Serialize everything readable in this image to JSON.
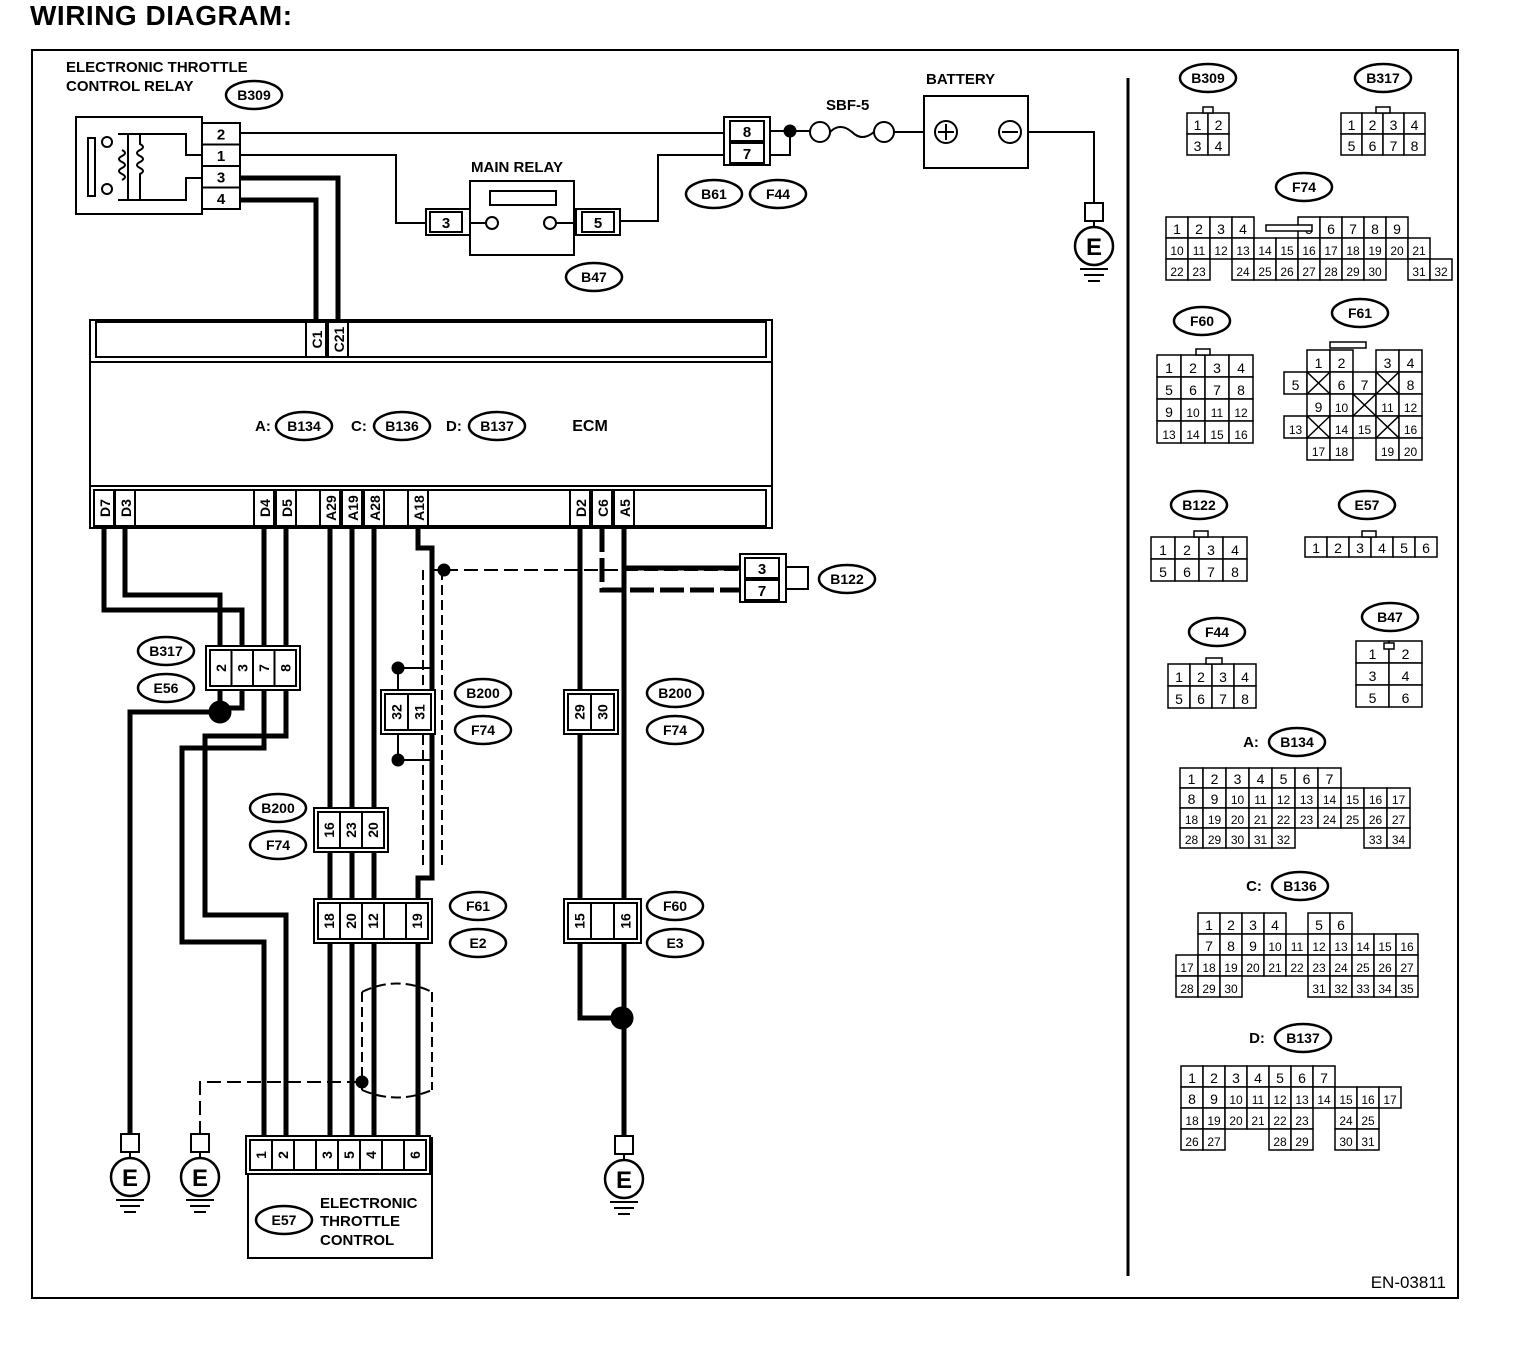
{
  "title": "WIRING DIAGRAM:",
  "diagram_id": "EN-03811",
  "labels": {
    "relay_name_1": "ELECTRONIC THROTTLE",
    "relay_name_2": "CONTROL RELAY",
    "main_relay": "MAIN RELAY",
    "battery": "BATTERY",
    "fuse": "SBF-5",
    "ecm": "ECM",
    "etc_1": "ELECTRONIC",
    "etc_2": "THROTTLE",
    "etc_3": "CONTROL",
    "ground": "E",
    "prefix_a": "A:",
    "prefix_c": "C:",
    "prefix_d": "D:"
  },
  "connectors": {
    "B309": "B309",
    "B317": "B317",
    "E56": "E56",
    "B61": "B61",
    "F44": "F44",
    "B47": "B47",
    "B122": "B122",
    "B200": "B200",
    "F74": "F74",
    "F61": "F61",
    "E2": "E2",
    "F60": "F60",
    "E3": "E3",
    "E57": "E57",
    "B134": "B134",
    "B136": "B136",
    "B137": "B137"
  },
  "pins": {
    "relay": [
      "2",
      "1",
      "3",
      "4"
    ],
    "b61": [
      "8",
      "7"
    ],
    "main_relay": [
      "3",
      "5"
    ],
    "ecm_top": [
      "C1",
      "C21"
    ],
    "ecm_bottom": [
      "D7",
      "D3",
      "D4",
      "D5",
      "A29",
      "A19",
      "A28",
      "A18",
      "D2",
      "C6",
      "A5"
    ],
    "b122": [
      "3",
      "7"
    ],
    "b317": [
      "2",
      "3",
      "7",
      "8"
    ],
    "b200_a": [
      "32",
      "31"
    ],
    "b200_b": [
      "29",
      "30"
    ],
    "b200_c": [
      "16",
      "23",
      "20"
    ],
    "f61": [
      "18",
      "20",
      "12",
      "",
      "19"
    ],
    "f60": [
      "15",
      "",
      "16"
    ],
    "etc": [
      "1",
      "2",
      "",
      "3",
      "5",
      "4",
      "",
      "6"
    ]
  },
  "connector_faces": {
    "B309": [
      [
        "1",
        "2"
      ],
      [
        "3",
        "4"
      ]
    ],
    "B317": [
      [
        "1",
        "2",
        "3",
        "4"
      ],
      [
        "5",
        "6",
        "7",
        "8"
      ]
    ],
    "F74": [
      [
        "1",
        "2",
        "3",
        "4",
        "",
        "",
        "5",
        "6",
        "7",
        "8",
        "9"
      ],
      [
        "10",
        "11",
        "12",
        "13",
        "14",
        "15",
        "16",
        "17",
        "18",
        "19",
        "20",
        "21"
      ],
      [
        "22",
        "23",
        "",
        "24",
        "25",
        "26",
        "27",
        "28",
        "29",
        "30",
        "",
        "31",
        "32"
      ]
    ],
    "F60": [
      [
        "1",
        "2",
        "3",
        "4"
      ],
      [
        "5",
        "6",
        "7",
        "8"
      ],
      [
        "9",
        "10",
        "11",
        "12"
      ],
      [
        "13",
        "14",
        "15",
        "16"
      ]
    ],
    "F61": [
      [
        "",
        "1",
        "2",
        "",
        "3",
        "4",
        ""
      ],
      [
        "5",
        "X",
        "6",
        "7",
        "X",
        "8",
        ""
      ],
      [
        "",
        "9",
        "10",
        "X",
        "11",
        "12",
        ""
      ],
      [
        "13",
        "X",
        "14",
        "15",
        "X",
        "16",
        ""
      ],
      [
        "",
        "17",
        "18",
        "",
        "19",
        "20",
        ""
      ]
    ],
    "B122": [
      [
        "1",
        "2",
        "3",
        "4"
      ],
      [
        "5",
        "6",
        "7",
        "8"
      ]
    ],
    "E57": [
      [
        "1",
        "2",
        "3",
        "4",
        "5",
        "6"
      ]
    ],
    "F44": [
      [
        "1",
        "2",
        "3",
        "4"
      ],
      [
        "5",
        "6",
        "7",
        "8"
      ]
    ],
    "B47": [
      [
        "1",
        "2"
      ],
      [
        "3",
        "4"
      ],
      [
        "5",
        "6"
      ]
    ],
    "B134": [
      [
        "1",
        "2",
        "3",
        "4",
        "5",
        "6",
        "7"
      ],
      [
        "8",
        "9",
        "10",
        "11",
        "12",
        "13",
        "14",
        "15",
        "16",
        "17"
      ],
      [
        "18",
        "19",
        "20",
        "21",
        "22",
        "23",
        "24",
        "25",
        "26",
        "27"
      ],
      [
        "28",
        "29",
        "30",
        "31",
        "32",
        "",
        "",
        "",
        "33",
        "34"
      ]
    ],
    "B136": [
      [
        "",
        "1",
        "2",
        "3",
        "4",
        "",
        "5",
        "6"
      ],
      [
        "",
        "7",
        "8",
        "9",
        "10",
        "11",
        "12",
        "13",
        "14",
        "15",
        "16"
      ],
      [
        "17",
        "18",
        "19",
        "20",
        "21",
        "22",
        "23",
        "24",
        "25",
        "26",
        "27"
      ],
      [
        "28",
        "29",
        "30",
        "",
        "",
        "",
        "31",
        "32",
        "33",
        "34",
        "35"
      ]
    ],
    "B137": [
      [
        "1",
        "2",
        "3",
        "4",
        "5",
        "6",
        "7"
      ],
      [
        "8",
        "9",
        "10",
        "11",
        "12",
        "13",
        "14",
        "15",
        "16",
        "17"
      ],
      [
        "18",
        "19",
        "20",
        "21",
        "22",
        "23",
        "",
        "24",
        "25"
      ],
      [
        "26",
        "27",
        "",
        "",
        "28",
        "29",
        "",
        "30",
        "31"
      ]
    ]
  }
}
